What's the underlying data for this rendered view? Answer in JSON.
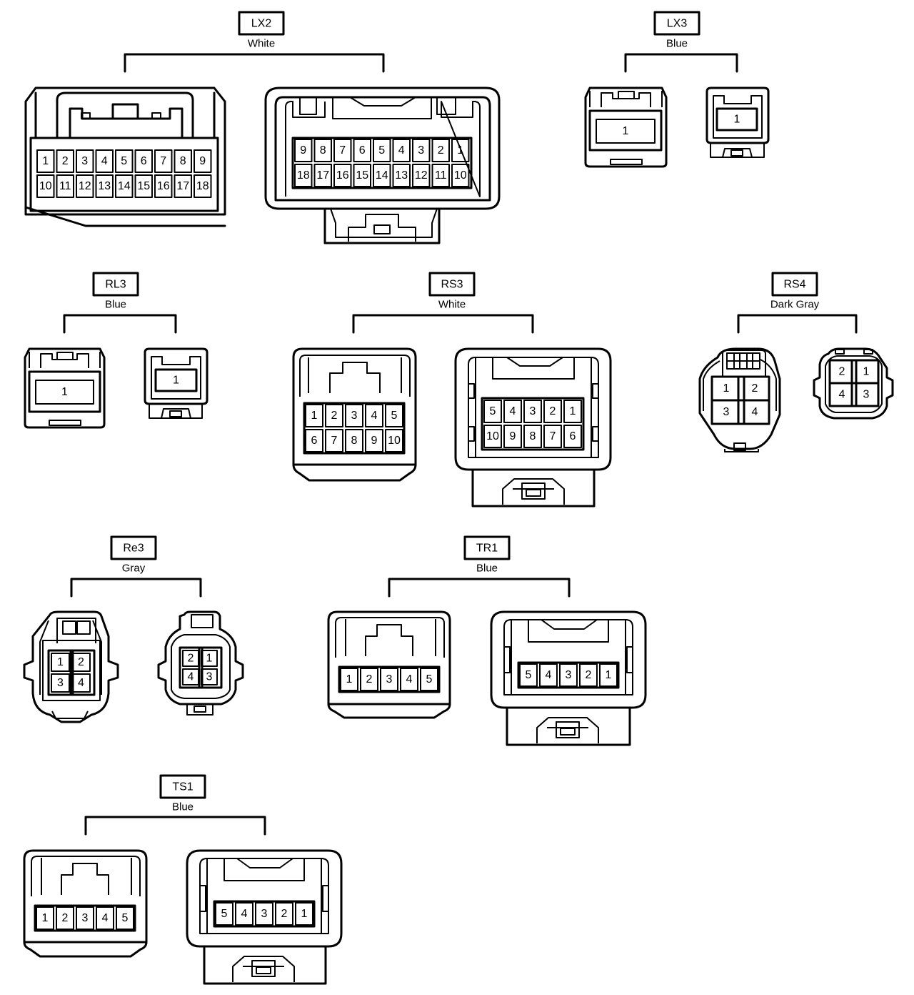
{
  "connectors": [
    {
      "id": "LX2",
      "color": "White",
      "female": {
        "rows": [
          [
            "1",
            "2",
            "3",
            "4",
            "5",
            "6",
            "7",
            "8",
            "9"
          ],
          [
            "10",
            "11",
            "12",
            "13",
            "14",
            "15",
            "16",
            "17",
            "18"
          ]
        ]
      },
      "male": {
        "rows": [
          [
            "9",
            "8",
            "7",
            "6",
            "5",
            "4",
            "3",
            "2",
            "1"
          ],
          [
            "18",
            "17",
            "16",
            "15",
            "14",
            "13",
            "12",
            "11",
            "10"
          ]
        ]
      }
    },
    {
      "id": "LX3",
      "color": "Blue",
      "female": {
        "rows": [
          [
            "1"
          ]
        ]
      },
      "male": {
        "rows": [
          [
            "1"
          ]
        ]
      }
    },
    {
      "id": "RL3",
      "color": "Blue",
      "female": {
        "rows": [
          [
            "1"
          ]
        ]
      },
      "male": {
        "rows": [
          [
            "1"
          ]
        ]
      }
    },
    {
      "id": "RS3",
      "color": "White",
      "female": {
        "rows": [
          [
            "1",
            "2",
            "3",
            "4",
            "5"
          ],
          [
            "6",
            "7",
            "8",
            "9",
            "10"
          ]
        ]
      },
      "male": {
        "rows": [
          [
            "5",
            "4",
            "3",
            "2",
            "1"
          ],
          [
            "10",
            "9",
            "8",
            "7",
            "6"
          ]
        ]
      }
    },
    {
      "id": "RS4",
      "color": "Dark Gray",
      "female": {
        "rows": [
          [
            "1",
            "2"
          ],
          [
            "3",
            "4"
          ]
        ]
      },
      "male": {
        "rows": [
          [
            "2",
            "1"
          ],
          [
            "4",
            "3"
          ]
        ]
      }
    },
    {
      "id": "Re3",
      "color": "Gray",
      "female": {
        "rows": [
          [
            "1",
            "2"
          ],
          [
            "3",
            "4"
          ]
        ]
      },
      "male": {
        "rows": [
          [
            "2",
            "1"
          ],
          [
            "4",
            "3"
          ]
        ]
      }
    },
    {
      "id": "TR1",
      "color": "Blue",
      "female": {
        "rows": [
          [
            "1",
            "2",
            "3",
            "4",
            "5"
          ]
        ]
      },
      "male": {
        "rows": [
          [
            "5",
            "4",
            "3",
            "2",
            "1"
          ]
        ]
      }
    },
    {
      "id": "TS1",
      "color": "Blue",
      "female": {
        "rows": [
          [
            "1",
            "2",
            "3",
            "4",
            "5"
          ]
        ]
      },
      "male": {
        "rows": [
          [
            "5",
            "4",
            "3",
            "2",
            "1"
          ]
        ]
      }
    }
  ]
}
